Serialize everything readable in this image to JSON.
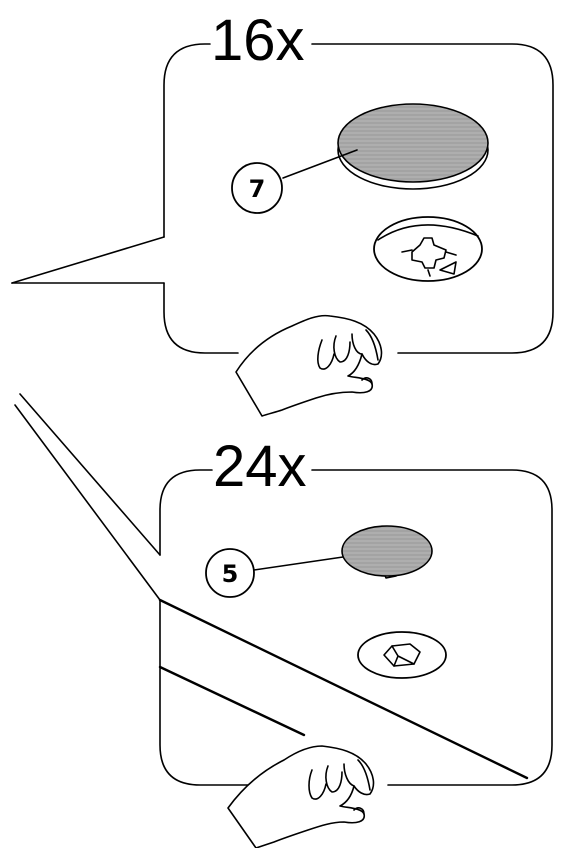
{
  "panels": [
    {
      "id": "top",
      "quantity_label": "16x",
      "callout_number": "7"
    },
    {
      "id": "bottom",
      "quantity_label": "24x",
      "callout_number": "5"
    }
  ],
  "colors": {
    "pad_fill": "#a8a8a8",
    "line": "#000000",
    "background": "#ffffff"
  }
}
